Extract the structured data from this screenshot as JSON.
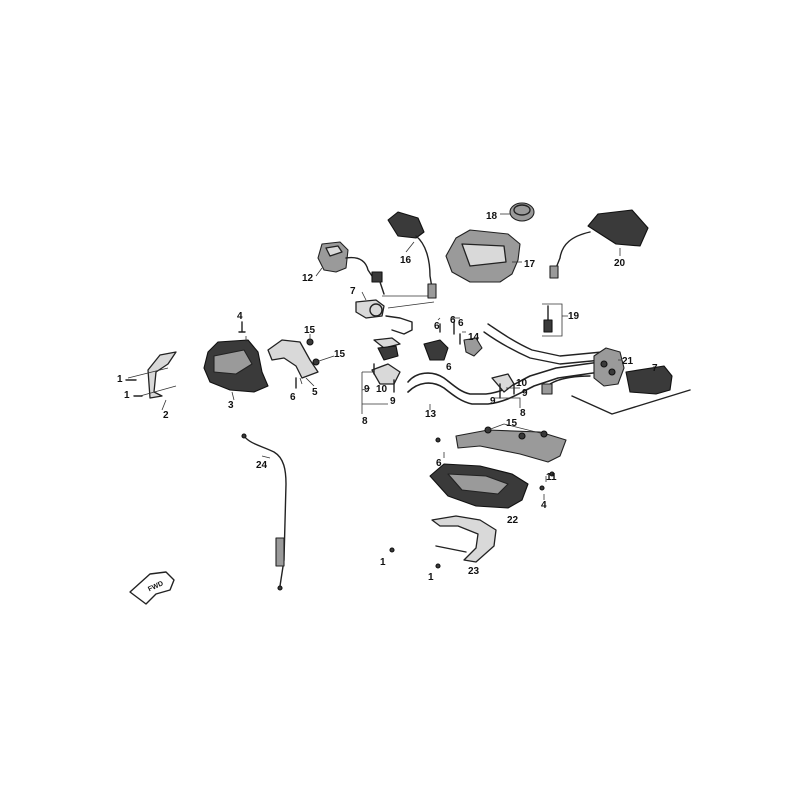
{
  "diagram": {
    "direction_marker": "FWD",
    "callouts": [
      "1",
      "1",
      "2",
      "3",
      "4",
      "15",
      "15",
      "6",
      "5",
      "12",
      "7",
      "16",
      "18",
      "17",
      "20",
      "19",
      "6",
      "6",
      "14",
      "6",
      "9",
      "10",
      "9",
      "8",
      "9",
      "10",
      "8",
      "6",
      "13",
      "9",
      "21",
      "7",
      "15",
      "6",
      "11",
      "4",
      "22",
      "23",
      "1",
      "1",
      "24"
    ]
  }
}
